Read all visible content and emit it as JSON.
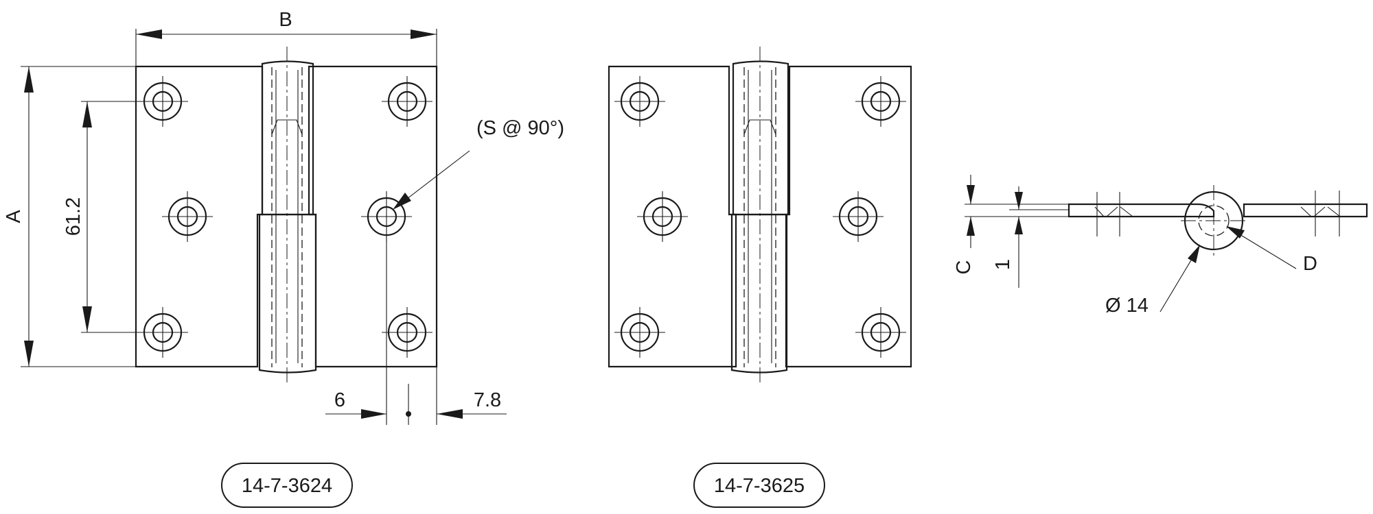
{
  "dimensions": {
    "width_label": "B",
    "height_label": "A",
    "hole_spacing": "61.2",
    "hole_edge_offset": "6",
    "edge_margin": "7.8",
    "countersink_note": "(S @ 90°)",
    "thickness_label": "C",
    "plate_thickness": "1",
    "knuckle_diameter": "Ø 14",
    "pin_label": "D"
  },
  "parts": {
    "left_part_number": "14-7-3624",
    "right_part_number": "14-7-3625"
  },
  "colors": {
    "line": "#1a1a1a",
    "background": "#ffffff"
  }
}
